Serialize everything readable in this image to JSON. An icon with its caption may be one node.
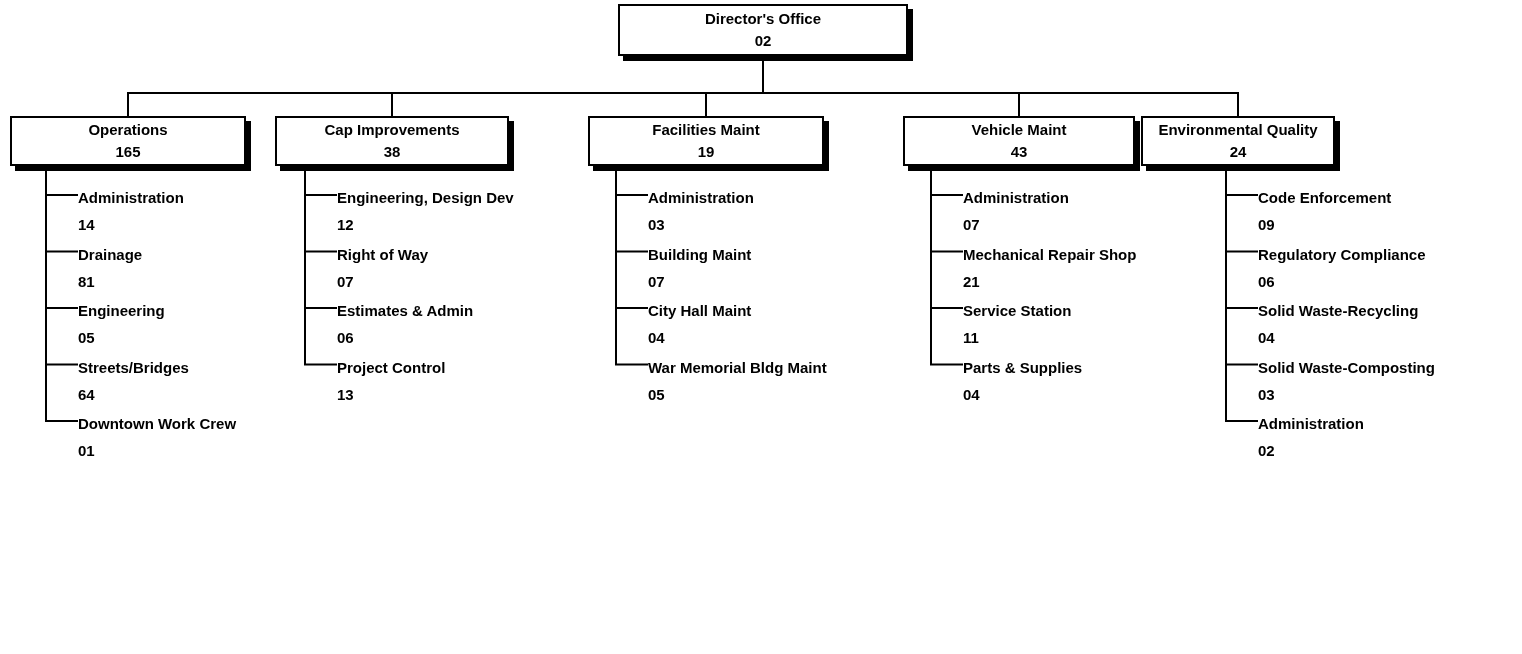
{
  "diagram": {
    "nodes": [
      {
        "text": [
          "Director's Office",
          "02"
        ]
      },
      {
        "text": [
          "Operations",
          "165"
        ]
      },
      {
        "text": [
          "Administration",
          "14"
        ]
      },
      {
        "text": [
          "Drainage",
          "81"
        ]
      },
      {
        "text": [
          "Engineering",
          "05"
        ]
      },
      {
        "text": [
          "Streets/Bridges",
          "64"
        ]
      },
      {
        "text": [
          "Downtown Work Crew",
          "01"
        ]
      },
      {
        "text": [
          "Cap Improvements",
          "38"
        ]
      },
      {
        "text": [
          "Engineering, Design Dev",
          "12"
        ]
      },
      {
        "text": [
          "Right of Way",
          "07"
        ]
      },
      {
        "text": [
          "Estimates & Admin",
          "06"
        ]
      },
      {
        "text": [
          "Project Control",
          "13"
        ]
      },
      {
        "text": [
          "Facilities Maint",
          "19"
        ]
      },
      {
        "text": [
          "Administration",
          "03"
        ]
      },
      {
        "text": [
          "Building Maint",
          "07"
        ]
      },
      {
        "text": [
          "City Hall Maint",
          "04"
        ]
      },
      {
        "text": [
          "War Memorial Bldg Maint",
          "05"
        ]
      },
      {
        "text": [
          "Vehicle Maint",
          "43"
        ]
      },
      {
        "text": [
          "Administration",
          "07"
        ]
      },
      {
        "text": [
          "Mechanical Repair Shop",
          "21"
        ]
      },
      {
        "text": [
          "Service Station",
          "11"
        ]
      },
      {
        "text": [
          "Parts & Supplies",
          "04"
        ]
      },
      {
        "text": [
          "Environmental Quality",
          "24"
        ]
      },
      {
        "text": [
          "Code Enforcement",
          "09"
        ]
      },
      {
        "text": [
          "Regulatory Compliance",
          "06"
        ]
      },
      {
        "text": [
          "Solid Waste-Recycling",
          "04"
        ]
      },
      {
        "text": [
          "Solid Waste-Composting",
          "03"
        ]
      },
      {
        "text": [
          "Administration",
          "02"
        ]
      }
    ],
    "edges": [
      {
        "from": 0,
        "to": 1,
        "arrow": "none"
      },
      {
        "from": 0,
        "to": 7,
        "arrow": "none"
      },
      {
        "from": 0,
        "to": 12,
        "arrow": "none"
      },
      {
        "from": 0,
        "to": 17,
        "arrow": "none"
      },
      {
        "from": 0,
        "to": 22,
        "arrow": "none"
      },
      {
        "from": 1,
        "to": 2,
        "arrow": "none"
      },
      {
        "from": 1,
        "to": 3,
        "arrow": "none"
      },
      {
        "from": 1,
        "to": 4,
        "arrow": "none"
      },
      {
        "from": 1,
        "to": 5,
        "arrow": "none"
      },
      {
        "from": 1,
        "to": 6,
        "arrow": "none"
      },
      {
        "from": 7,
        "to": 8,
        "arrow": "none"
      },
      {
        "from": 7,
        "to": 9,
        "arrow": "none"
      },
      {
        "from": 7,
        "to": 10,
        "arrow": "none"
      },
      {
        "from": 7,
        "to": 11,
        "arrow": "none"
      },
      {
        "from": 12,
        "to": 13,
        "arrow": "none"
      },
      {
        "from": 12,
        "to": 14,
        "arrow": "none"
      },
      {
        "from": 12,
        "to": 15,
        "arrow": "none"
      },
      {
        "from": 12,
        "to": 16,
        "arrow": "none"
      },
      {
        "from": 17,
        "to": 18,
        "arrow": "none"
      },
      {
        "from": 17,
        "to": 19,
        "arrow": "none"
      },
      {
        "from": 17,
        "to": 20,
        "arrow": "none"
      },
      {
        "from": 17,
        "to": 21,
        "arrow": "none"
      },
      {
        "from": 22,
        "to": 23,
        "arrow": "none"
      },
      {
        "from": 22,
        "to": 24,
        "arrow": "none"
      },
      {
        "from": 22,
        "to": 25,
        "arrow": "none"
      },
      {
        "from": 22,
        "to": 26,
        "arrow": "none"
      },
      {
        "from": 22,
        "to": 27,
        "arrow": "none"
      }
    ]
  }
}
